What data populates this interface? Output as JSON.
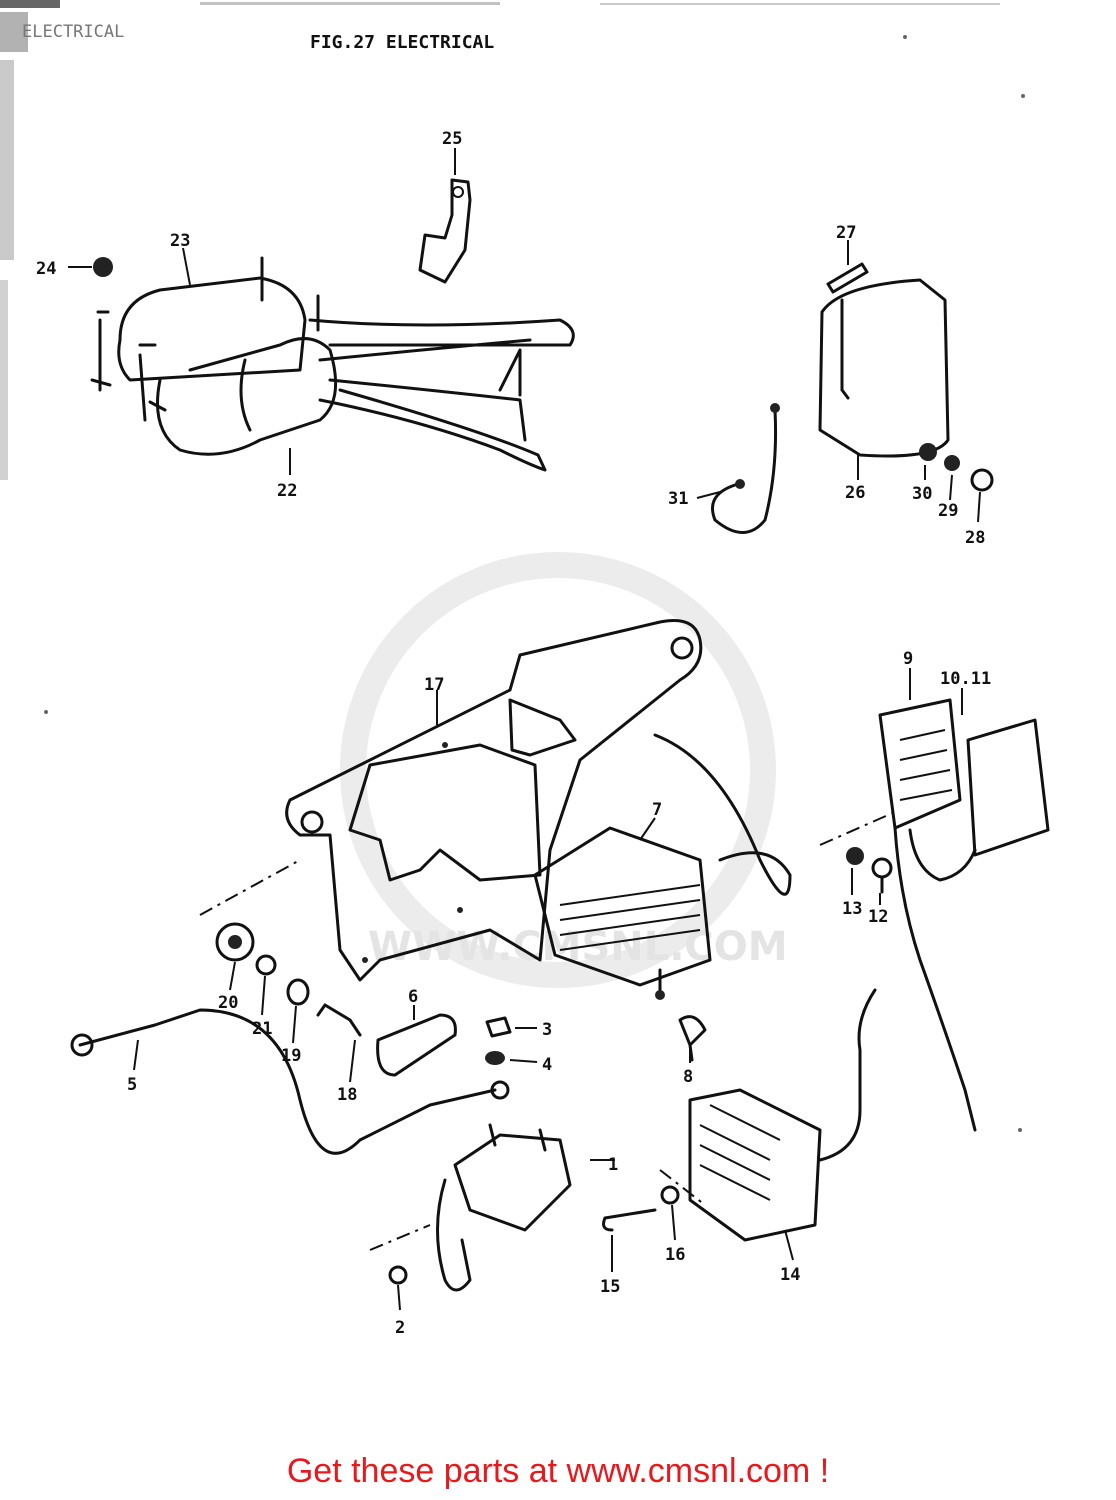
{
  "header_label": "ELECTRICAL",
  "figure_title": "FIG.27  ELECTRICAL",
  "watermark": "WWW.CMSNL.COM",
  "callouts": [
    "1",
    "2",
    "3",
    "4",
    "5",
    "6",
    "7",
    "8",
    "9",
    "10.11",
    "12",
    "13",
    "14",
    "15",
    "16",
    "17",
    "18",
    "19",
    "20",
    "21",
    "22",
    "23",
    "24",
    "25",
    "26",
    "27",
    "28",
    "29",
    "30",
    "31"
  ],
  "footer_cta": "Get these parts at www.cmsnl.com !",
  "colors": {
    "ink": "#111111",
    "cta": "#e8191e",
    "watermark": "#e4e4e4"
  }
}
